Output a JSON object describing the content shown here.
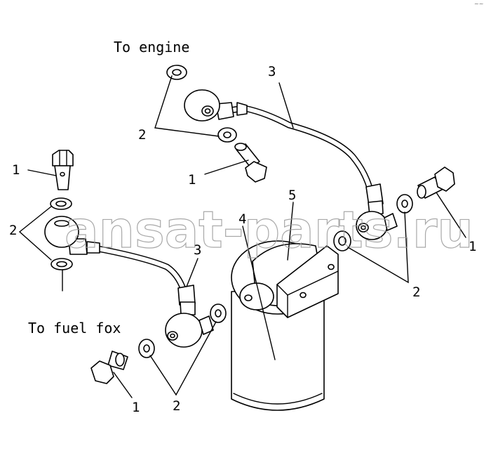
{
  "labels": {
    "to_engine": "To engine",
    "to_fuel_box": "To fuel fox"
  },
  "callouts": {
    "bolt": "1",
    "washer": "2",
    "pipe": "3",
    "filter_element": "4",
    "filter_head": "5"
  },
  "watermark": "ansat-parts.ru",
  "corner_mark": "~~"
}
